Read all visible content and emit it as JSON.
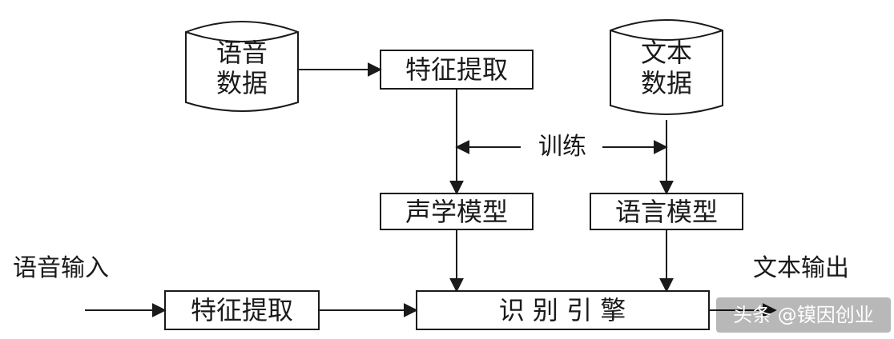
{
  "datastores": {
    "speech_data": [
      "语音",
      "数据"
    ],
    "text_data": [
      "文本",
      "数据"
    ]
  },
  "boxes": {
    "feature_extraction_top": "特征提取",
    "acoustic_model": "声学模型",
    "language_model": "语言模型",
    "feature_extraction_bottom": "特征提取",
    "recognition_engine": "识 别 引 擎"
  },
  "labels": {
    "training": "训练",
    "speech_input": "语音输入",
    "text_output": "文本输出"
  },
  "watermark": {
    "text": "头条 @镆因创业"
  },
  "colors": {
    "stroke": "#1a1a1a",
    "background": "#ffffff"
  }
}
